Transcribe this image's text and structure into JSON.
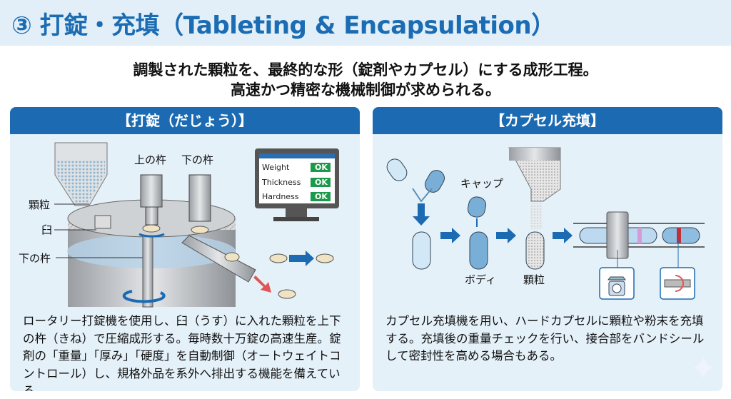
{
  "title": "③ 打錠・充填（Tableting & Encapsulation）",
  "subtitle": [
    "調製された顆粒を、最終的な形（錠剤やカプセル）にする成形工程。",
    "高速かつ精密な機械制御が求められる。"
  ],
  "tableting": {
    "header": "【打錠（だじょう）】",
    "labels": {
      "upper_punch": "上の杵",
      "lower_punch_top": "下の杵",
      "granules": "顆粒",
      "die": "臼",
      "lower_punch": "下の杵"
    },
    "monitor": [
      {
        "label": "Weight",
        "status": "OK"
      },
      {
        "label": "Thickness",
        "status": "OK"
      },
      {
        "label": "Hardness",
        "status": "OK"
      }
    ],
    "description": "ロータリー打錠機を使用し、臼（うす）に入れた顆粒を上下の杵（きね）で圧縮成形する。毎時数十万錠の高速生産。錠剤の「重量」「厚み」「硬度」を自動制御（オートウェイトコントロール）し、規格外品を系外へ排出する機能を備えている。"
  },
  "capsule": {
    "header": "【カプセル充填】",
    "labels": {
      "cap": "キャップ",
      "body": "ボディ",
      "granules": "顆粒"
    },
    "description": "カプセル充填機を用い、ハードカプセルに顆粒や粉末を充填する。充填後の重量チェックを行い、接合部をバンドシールして密封性を高める場合もある。"
  },
  "colors": {
    "accent": "#1c6bb2",
    "ok": "#1a9a4a",
    "reject": "#e05555"
  }
}
